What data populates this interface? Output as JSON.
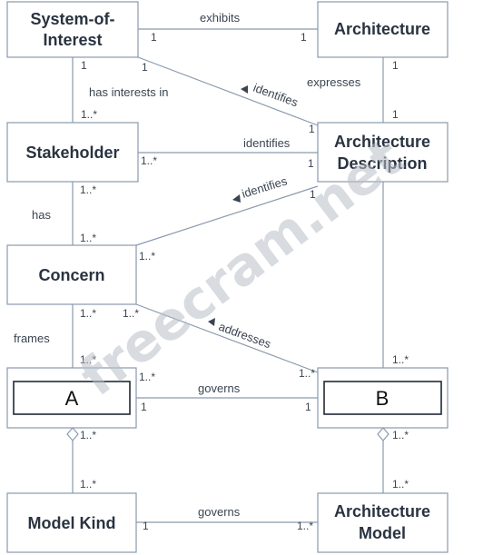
{
  "boxes": {
    "system_of_interest": [
      "System-of-",
      "Interest"
    ],
    "architecture": "Architecture",
    "stakeholder": "Stakeholder",
    "architecture_description": [
      "Architecture",
      "Description"
    ],
    "concern": "Concern",
    "a": "A",
    "b": "B",
    "model_kind": "Model Kind",
    "architecture_model": [
      "Architecture",
      "Model"
    ]
  },
  "relations": {
    "exhibits": "exhibits",
    "has_interests_in": "has interests in",
    "identifies_soi": "identifies",
    "expresses": "expresses",
    "identifies_stakeholder": "identifies",
    "has": "has",
    "identifies_concern": "identifies",
    "frames": "frames",
    "addresses": "addresses",
    "governs_ab": "governs",
    "governs_model": "governs"
  },
  "multiplicities": {
    "one": "1",
    "one_many": "1..*"
  },
  "watermark": "freecram.net"
}
